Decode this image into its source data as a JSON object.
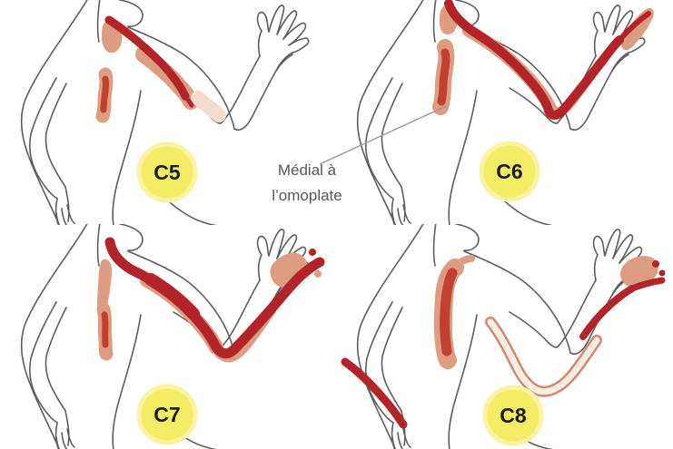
{
  "panels": [
    {
      "id": "c5",
      "label": "C5"
    },
    {
      "id": "c6",
      "label": "C6"
    },
    {
      "id": "c7",
      "label": "C7"
    },
    {
      "id": "c8",
      "label": "C8"
    }
  ],
  "callout": {
    "line1": "Médial à",
    "line2": "l’omoplate"
  },
  "colors": {
    "canvas-bg": "#ffffff",
    "outline": "#5e5e60",
    "pain-dark": "#b3232a",
    "pain-core": "#c1402f",
    "pain-salmon": "#dc9d82",
    "pain-faint": "#f3dccd",
    "ribbon-edge": "#cf8a70",
    "ribbon-fill": "#f8ece3",
    "badge-fill": "#f5ec66",
    "badge-edge": "#faf3a6",
    "badge-text": "#1c1c1c",
    "callout-line": "#9a9a9a",
    "callout-text": "#58585b"
  }
}
